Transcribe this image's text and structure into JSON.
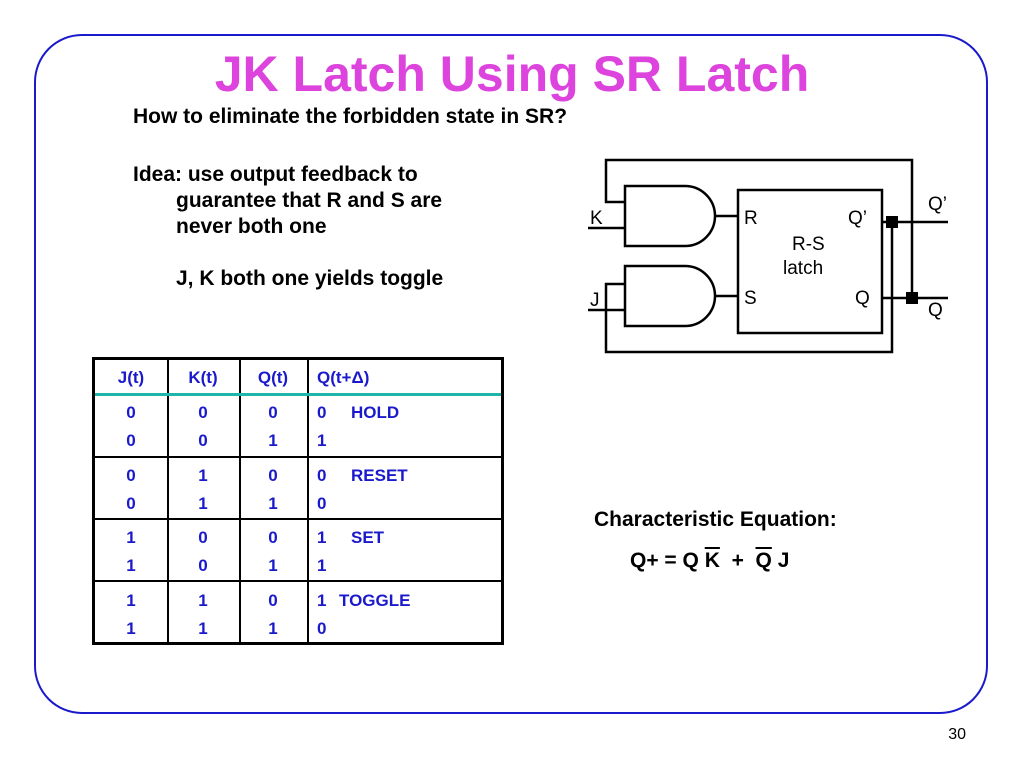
{
  "slide": {
    "title": "JK Latch Using SR Latch",
    "question": "How to eliminate the forbidden state in SR?",
    "idea_line1": "Idea: use output feedback to",
    "idea_line2": "guarantee that R and S are",
    "idea_line3": "never both one",
    "toggle_note": "J, K both one yields toggle",
    "page_number": "30"
  },
  "diagram": {
    "input_k": "K",
    "input_j": "J",
    "latch_r": "R",
    "latch_s": "S",
    "latch_name_line1": "R-S",
    "latch_name_line2": "latch",
    "latch_q_prime": "Q’",
    "latch_q": "Q",
    "out_q_prime": "Q’",
    "out_q": "Q"
  },
  "truth_table": {
    "headers": [
      "J(t)",
      "K(t)",
      "Q(t)",
      "Q(t+Δ)"
    ],
    "groups": [
      {
        "rows": [
          [
            "0",
            "0",
            "0",
            "0"
          ],
          [
            "0",
            "0",
            "1",
            "1"
          ]
        ],
        "label": "HOLD"
      },
      {
        "rows": [
          [
            "0",
            "1",
            "0",
            "0"
          ],
          [
            "0",
            "1",
            "1",
            "0"
          ]
        ],
        "label": "RESET"
      },
      {
        "rows": [
          [
            "1",
            "0",
            "0",
            "1"
          ],
          [
            "1",
            "0",
            "1",
            "1"
          ]
        ],
        "label": "SET"
      },
      {
        "rows": [
          [
            "1",
            "1",
            "0",
            "1"
          ],
          [
            "1",
            "1",
            "1",
            "0"
          ]
        ],
        "label": "TOGGLE"
      }
    ]
  },
  "equation": {
    "heading": "Characteristic Equation:",
    "lhs": "Q+ = Q",
    "k_bar": "K",
    "plus": "+",
    "q_bar": "Q",
    "j": "J"
  }
}
